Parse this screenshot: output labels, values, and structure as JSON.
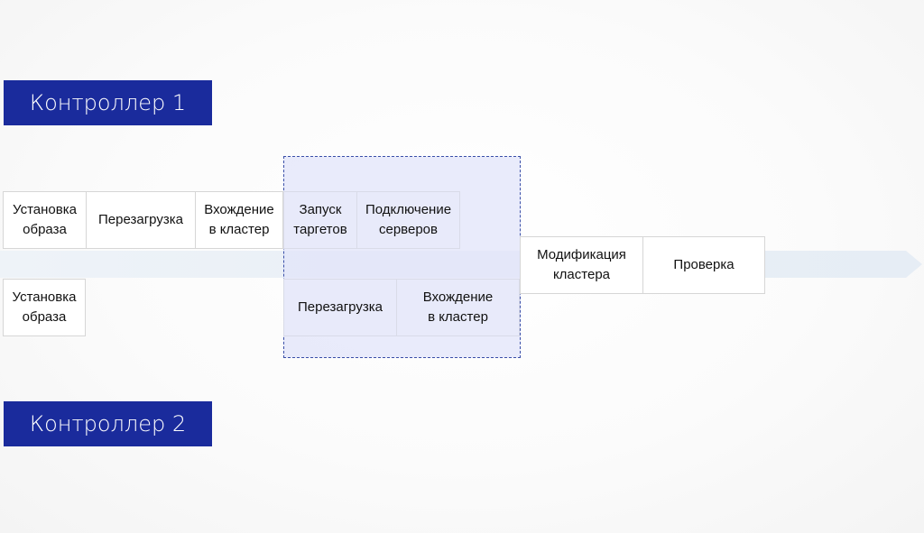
{
  "controllers": {
    "one": "Контроллер 1",
    "two": "Контроллер 2"
  },
  "colors": {
    "controller_bg": "#1a2b9c",
    "highlight_border": "#3a4fa8",
    "highlight_fill": "#e2e4fa"
  },
  "row1": [
    "Установка\nобраза",
    "Перезагрузка",
    "Вхождение\nв кластер",
    "Запуск\nтаргетов",
    "Подключение\nсерверов"
  ],
  "row2": [
    "Установка\nобраза",
    "Перезагрузка",
    "Вхождение\nв кластер"
  ],
  "final": [
    "Модификация\nкластера",
    "Проверка"
  ]
}
